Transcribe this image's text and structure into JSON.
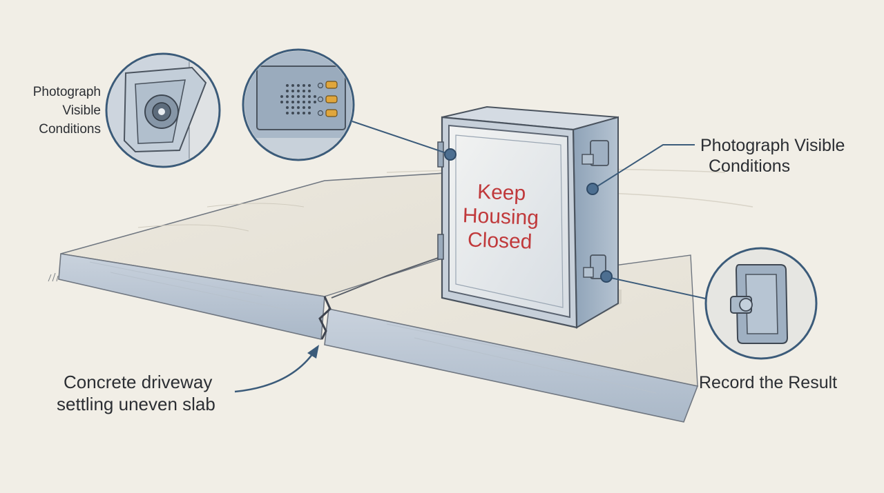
{
  "labels": {
    "callout_top_left_line1": "Photograph",
    "callout_top_left_line2": "Visible",
    "callout_top_left_line3": "Conditions",
    "callout_right_line1": "Photograph Visible",
    "callout_right_line2": "Conditions",
    "callout_bottom_right": "Record the Result",
    "callout_bottom_left_line1": "Concrete driveway",
    "callout_bottom_left_line2": "settling uneven slab"
  },
  "sign": {
    "line1": "Keep",
    "line2": "Housing",
    "line3": "Closed"
  },
  "colors": {
    "background": "#f1eee6",
    "ink": "#2b2e33",
    "accent_line": "#3b5b7a",
    "housing": "#aebccb",
    "sign_text": "#c0393b",
    "indicator": "#e0a63c"
  }
}
